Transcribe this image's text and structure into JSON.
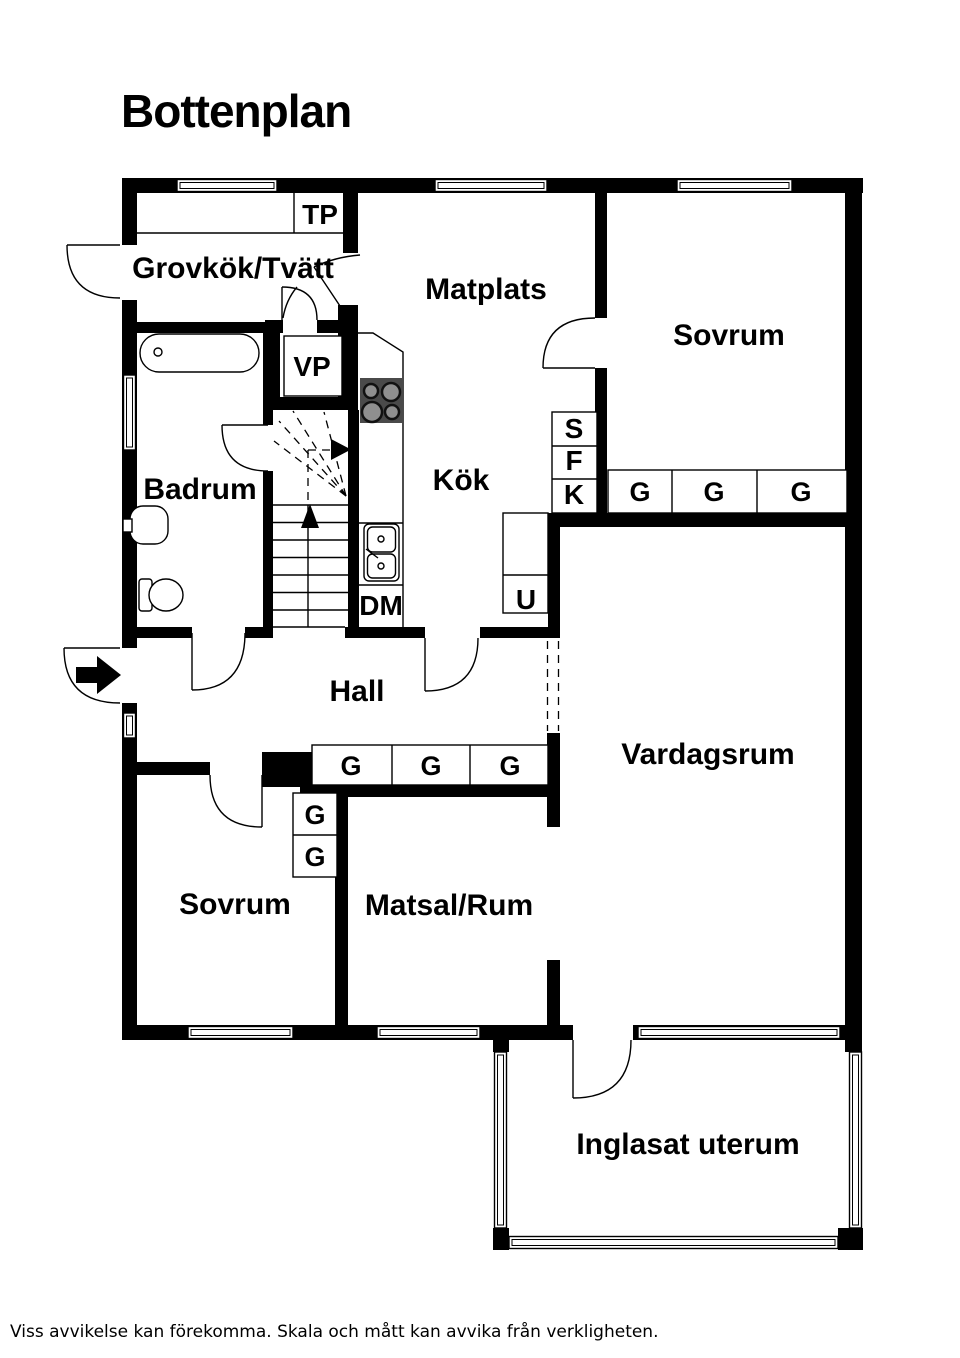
{
  "title": "Bottenplan",
  "footer": {
    "disclaimer": "Viss avvikelse kan förekomma. Skala och mått kan avvika från verkligheten."
  },
  "floorplan": {
    "rooms": {
      "grovkok_tvatt": "Grovkök/Tvätt",
      "matplats": "Matplats",
      "sovrum_top": "Sovrum",
      "badrum": "Badrum",
      "kok": "Kök",
      "hall": "Hall",
      "vardagsrum": "Vardagsrum",
      "sovrum_bottom": "Sovrum",
      "matsal_rum": "Matsal/Rum",
      "inglasat_uterum": "Inglasat uterum"
    },
    "labels": {
      "tp": "TP",
      "vp": "VP",
      "dm": "DM",
      "u": "U",
      "s": "S",
      "f": "F",
      "k": "K",
      "g": "G"
    }
  }
}
